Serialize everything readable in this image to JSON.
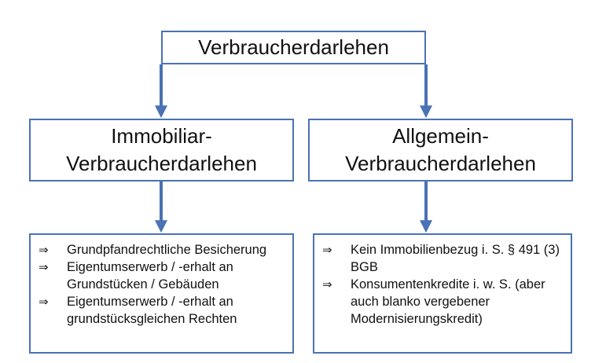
{
  "root": {
    "label": "Verbraucherdarlehen"
  },
  "categories": [
    {
      "line1": "Immobiliar-",
      "line2": "Verbraucherdarlehen"
    },
    {
      "line1": "Allgemein-",
      "line2": "Verbraucherdarlehen"
    }
  ],
  "bullet_symbol": "⇒",
  "left_items": [
    "Grundpfandrechtliche Besicherung",
    "Eigentumserwerb / -erhalt an Grundstücken / Gebäuden",
    "Eigentumserwerb / -erhalt an grundstücksgleichen Rechten"
  ],
  "right_items": [
    "Kein Immobilienbezug i. S. § 491 (3) BGB",
    "Konsumentenkredite i. w. S. (aber auch blanko vergebener Modernisierungskredit)"
  ],
  "colors": {
    "border": "#4a72b5",
    "arrow": "#4a72b5"
  }
}
